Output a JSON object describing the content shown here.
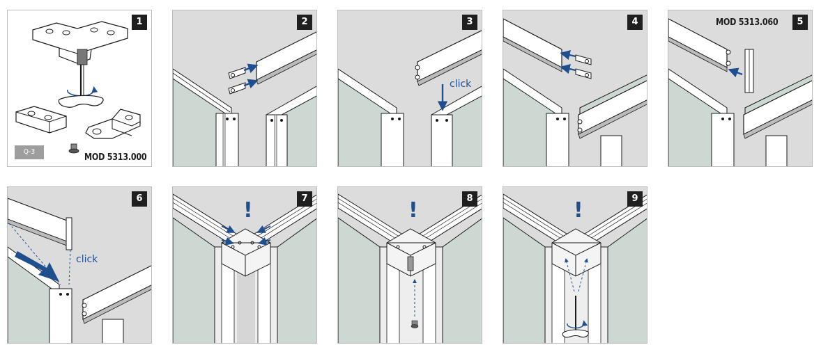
{
  "steps": [
    {
      "number": "1",
      "badge": "Q-3",
      "mod_label": "MOD 5313.000"
    },
    {
      "number": "2"
    },
    {
      "number": "3",
      "click_label": "click"
    },
    {
      "number": "4"
    },
    {
      "number": "5",
      "mod_label": "MOD 5313.060"
    },
    {
      "number": "6",
      "click_label": "click"
    },
    {
      "number": "7",
      "emphasis": "!"
    },
    {
      "number": "8",
      "emphasis": "!"
    },
    {
      "number": "9",
      "emphasis": "!"
    }
  ],
  "colors": {
    "accent": "#1f4f8f",
    "panel_bg": "#dcdcdc",
    "glass": "#cdd8d2",
    "frame": "#ffffff",
    "outline": "#1a1a1a"
  }
}
